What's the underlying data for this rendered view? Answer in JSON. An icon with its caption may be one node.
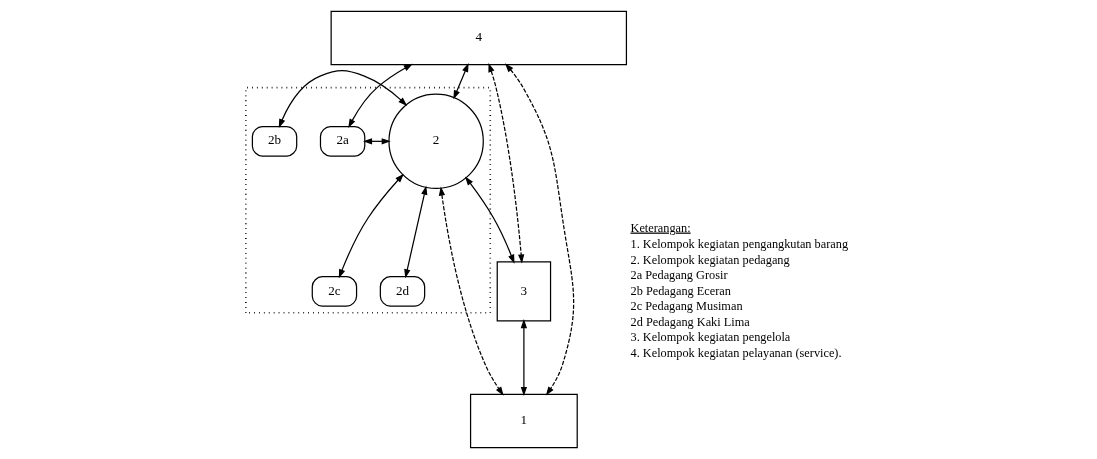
{
  "diagram": {
    "nodes": [
      {
        "text": [
          "4"
        ]
      },
      {
        "text": [],
        "shape": "box"
      },
      {
        "text": [
          "2a"
        ],
        "in": 1
      },
      {
        "text": [
          "2"
        ],
        "in": 1
      },
      {
        "text": [
          "2b"
        ],
        "in": 1
      },
      {
        "text": [
          "2c"
        ],
        "in": 1
      },
      {
        "text": [
          "2d"
        ],
        "in": 1
      },
      {
        "text": [
          "3"
        ]
      },
      {
        "text": [
          "1"
        ]
      }
    ],
    "edges": [
      {
        "from": 0,
        "to": 2,
        "arrow": "both"
      },
      {
        "from": 0,
        "to": 3,
        "arrow": "both"
      },
      {
        "from": 0,
        "to": 7,
        "arrow": "both",
        "style": "dashed"
      },
      {
        "from": 0,
        "to": 8,
        "arrow": "both",
        "style": "dashed"
      },
      {
        "from": 2,
        "to": 3,
        "arrow": "both"
      },
      {
        "from": 4,
        "to": 3,
        "arrow": "both"
      },
      {
        "from": 5,
        "to": 3,
        "arrow": "both"
      },
      {
        "from": 6,
        "to": 3,
        "arrow": "both"
      },
      {
        "from": 3,
        "to": 7,
        "arrow": "both"
      },
      {
        "from": 7,
        "to": 8,
        "arrow": "both"
      },
      {
        "from": 8,
        "to": 3,
        "arrow": "both",
        "style": "dashed"
      }
    ],
    "labels": [
      "Keterangan:",
      "1. Kelompok kegiatan pengangkutan barang",
      "2. Kelompok kegiatan pedagang",
      "2a Pedagang Grosir",
      "2b Pedagang Eceran",
      "2c Pedagang Musiman",
      "2d Pedagang Kaki Lima",
      "3. Kelompok kegiatan pengelola",
      "4. Kelompok kegiatan pelayanan (service)."
    ]
  }
}
